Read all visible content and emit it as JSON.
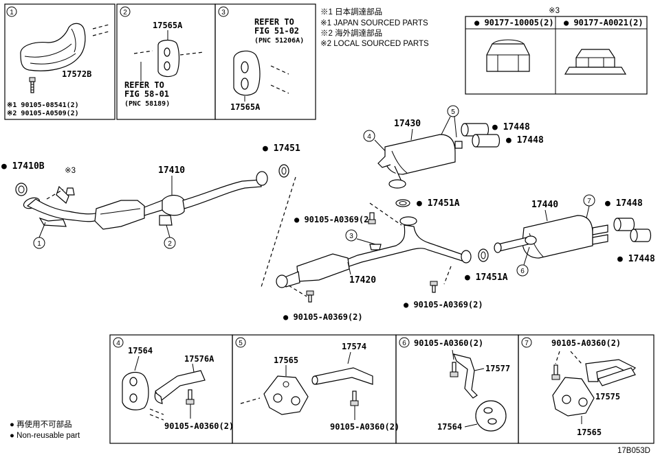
{
  "insets_top": {
    "inset1": {
      "num": "1",
      "part": "17572B",
      "bolt1": "※1 90105-08541(2)",
      "bolt2": "※2 90105-A0509(2)"
    },
    "inset2": {
      "num": "2",
      "part": "17565A",
      "ref1": "REFER TO",
      "ref2": "FIG 58-01",
      "ref3": "(PNC 58189)"
    },
    "inset3": {
      "num": "3",
      "part": "17565A",
      "ref1": "REFER TO",
      "ref2": "FIG 51-02",
      "ref3": "(PNC 51206A)"
    }
  },
  "notes": {
    "l1": "※1 日本調達部品",
    "l2": "※1 JAPAN SOURCED PARTS",
    "l3": "※2 海外調達部品",
    "l4": "※2 LOCAL SOURCED PARTS"
  },
  "nut_table": {
    "title": "※3",
    "col1": "● 90177-10005(2)",
    "col2": "● 90177-A0021(2)"
  },
  "main": {
    "p17410B": "● 17410B",
    "ref3": "※3",
    "p17410": "17410",
    "p17451": "● 17451",
    "p17430": "17430",
    "p17448a": "● 17448",
    "p17448b": "● 17448",
    "p17448c": "● 17448",
    "p17448d": "● 17448",
    "p17451A_1": "● 17451A",
    "p17451A_2": "● 17451A",
    "p17440": "17440",
    "p17420": "17420",
    "bolt_a": "● 90105-A0369(2)",
    "bolt_b": "● 90105-A0369(2)",
    "bolt_c": "● 90105-A0369(2)",
    "c1": "1",
    "c2": "2",
    "c3": "3",
    "c4": "4",
    "c5": "5",
    "c6": "6",
    "c7": "7"
  },
  "insets_bottom": {
    "inset4": {
      "num": "4",
      "partA": "17564",
      "partB": "17576A",
      "bolt": "90105-A0360(2)"
    },
    "inset5": {
      "num": "5",
      "partA": "17565",
      "partB": "17574",
      "bolt": "90105-A0360(2)"
    },
    "inset6": {
      "num": "6",
      "bolt": "90105-A0360(2)",
      "partA": "17577",
      "partB": "17564"
    },
    "inset7": {
      "num": "7",
      "bolt": "90105-A0360(2)",
      "partA": "17575",
      "partB": "17565"
    }
  },
  "legend": {
    "l1": "● 再使用不可部品",
    "l2": "● Non-reusable part"
  },
  "code": "17B053D"
}
